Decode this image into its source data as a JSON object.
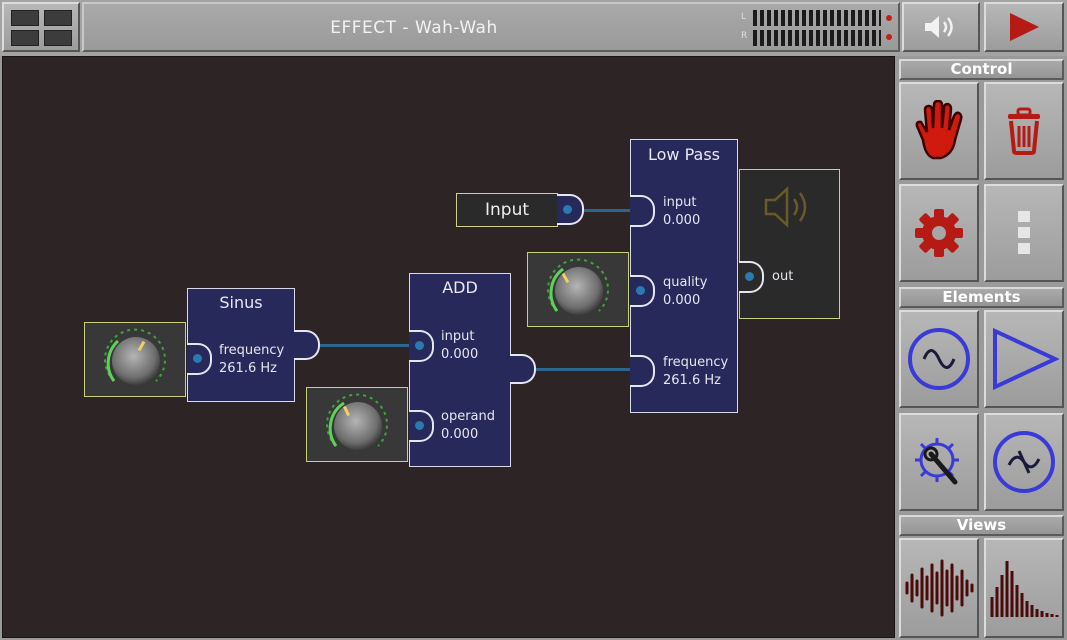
{
  "window": {
    "title": "EFFECT - Wah-Wah"
  },
  "meter": {
    "left_label": "L",
    "right_label": "R"
  },
  "nodes": {
    "input": {
      "title": "Input"
    },
    "sinus": {
      "title": "Sinus",
      "port_label": "frequency",
      "port_value": "261.6 Hz"
    },
    "add": {
      "title": "ADD",
      "port1_label": "input",
      "port1_value": "0.000",
      "port2_label": "operand",
      "port2_value": "0.000"
    },
    "lowpass": {
      "title": "Low Pass",
      "port1_label": "input",
      "port1_value": "0.000",
      "port2_label": "quality",
      "port2_value": "0.000",
      "port3_label": "frequency",
      "port3_value": "261.6 Hz"
    },
    "output": {
      "port_label": "out"
    }
  },
  "sidebar": {
    "control_label": "Control",
    "elements_label": "Elements",
    "views_label": "Views"
  },
  "colors": {
    "accent_red": "#c0211b",
    "element_blue": "#3a3ad8",
    "node_bg": "#27295b",
    "wire": "#2c6690",
    "view_icon": "#4a0a0a"
  },
  "icons": [
    "grid-icon",
    "speaker-icon",
    "play-icon",
    "hand-icon",
    "trash-icon",
    "gear-icon",
    "more-icon",
    "sine-wave-icon",
    "amplifier-triangle-icon",
    "settings-wrench-icon",
    "filter-icon",
    "waveform-icon",
    "spectrum-icon"
  ]
}
